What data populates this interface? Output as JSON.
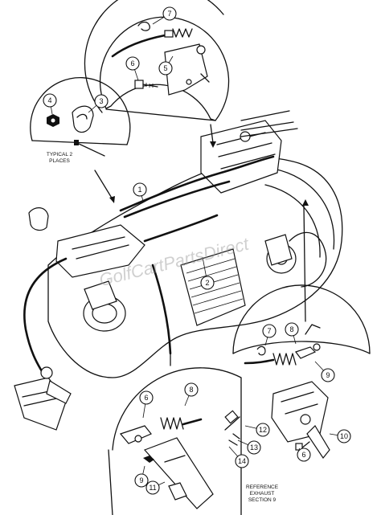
{
  "diagram": {
    "callouts": [
      "7",
      "5",
      "6",
      "4",
      "3",
      "1",
      "2",
      "7",
      "8",
      "9",
      "6",
      "8",
      "12",
      "13",
      "10",
      "14",
      "6",
      "9",
      "11"
    ],
    "notes": {
      "typical_line1": "TYPICAL 2",
      "typical_line2": "PLACES",
      "reference_line1": "REFERENCE",
      "reference_line2": "EXHAUST",
      "reference_line3": "SECTION 9"
    },
    "watermark": "GolfCartPartsDirect"
  }
}
